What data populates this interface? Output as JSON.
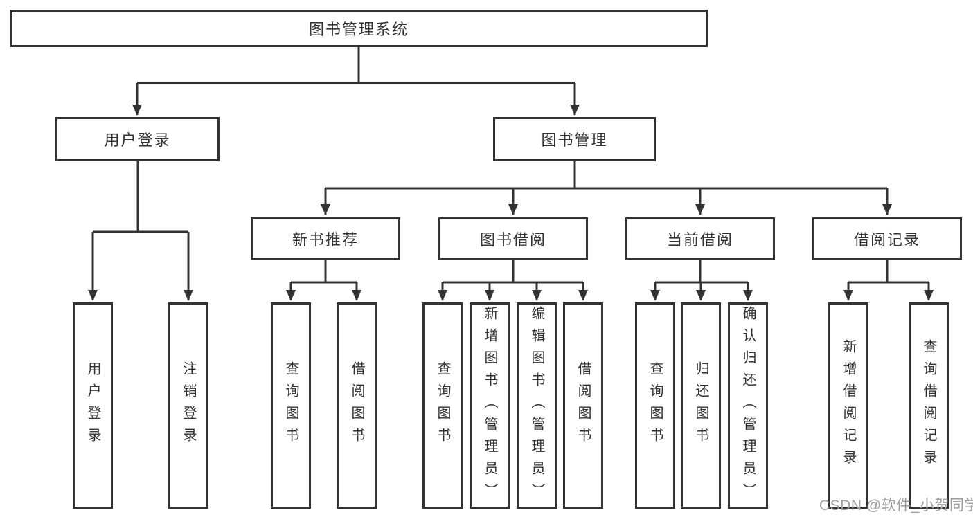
{
  "colors": {
    "line": "#333333",
    "text": "#333333",
    "watermark": "#9e9e9e",
    "background": "#ffffff"
  },
  "watermark": {
    "text": "CSDN @软件_小贺同学"
  },
  "tree": {
    "root": {
      "label": "图书管理系统"
    },
    "level2": [
      {
        "label": "用户登录",
        "children": [
          {
            "label": "用户登录"
          },
          {
            "label": "注销登录"
          }
        ]
      },
      {
        "label": "图书管理",
        "children": [
          {
            "label": "新书推荐",
            "children": [
              {
                "label": "查询图书"
              },
              {
                "label": "借阅图书"
              }
            ]
          },
          {
            "label": "图书借阅",
            "children": [
              {
                "label": "查询图书"
              },
              {
                "label": "新增图书（管理员）"
              },
              {
                "label": "编辑图书（管理员）"
              },
              {
                "label": "借阅图书"
              }
            ]
          },
          {
            "label": "当前借阅",
            "children": [
              {
                "label": "查询图书"
              },
              {
                "label": "归还图书"
              },
              {
                "label": "确认归还（管理员）"
              }
            ]
          },
          {
            "label": "借阅记录",
            "children": [
              {
                "label": "新增借阅记录"
              },
              {
                "label": "查询借阅记录"
              }
            ]
          }
        ]
      }
    ]
  }
}
